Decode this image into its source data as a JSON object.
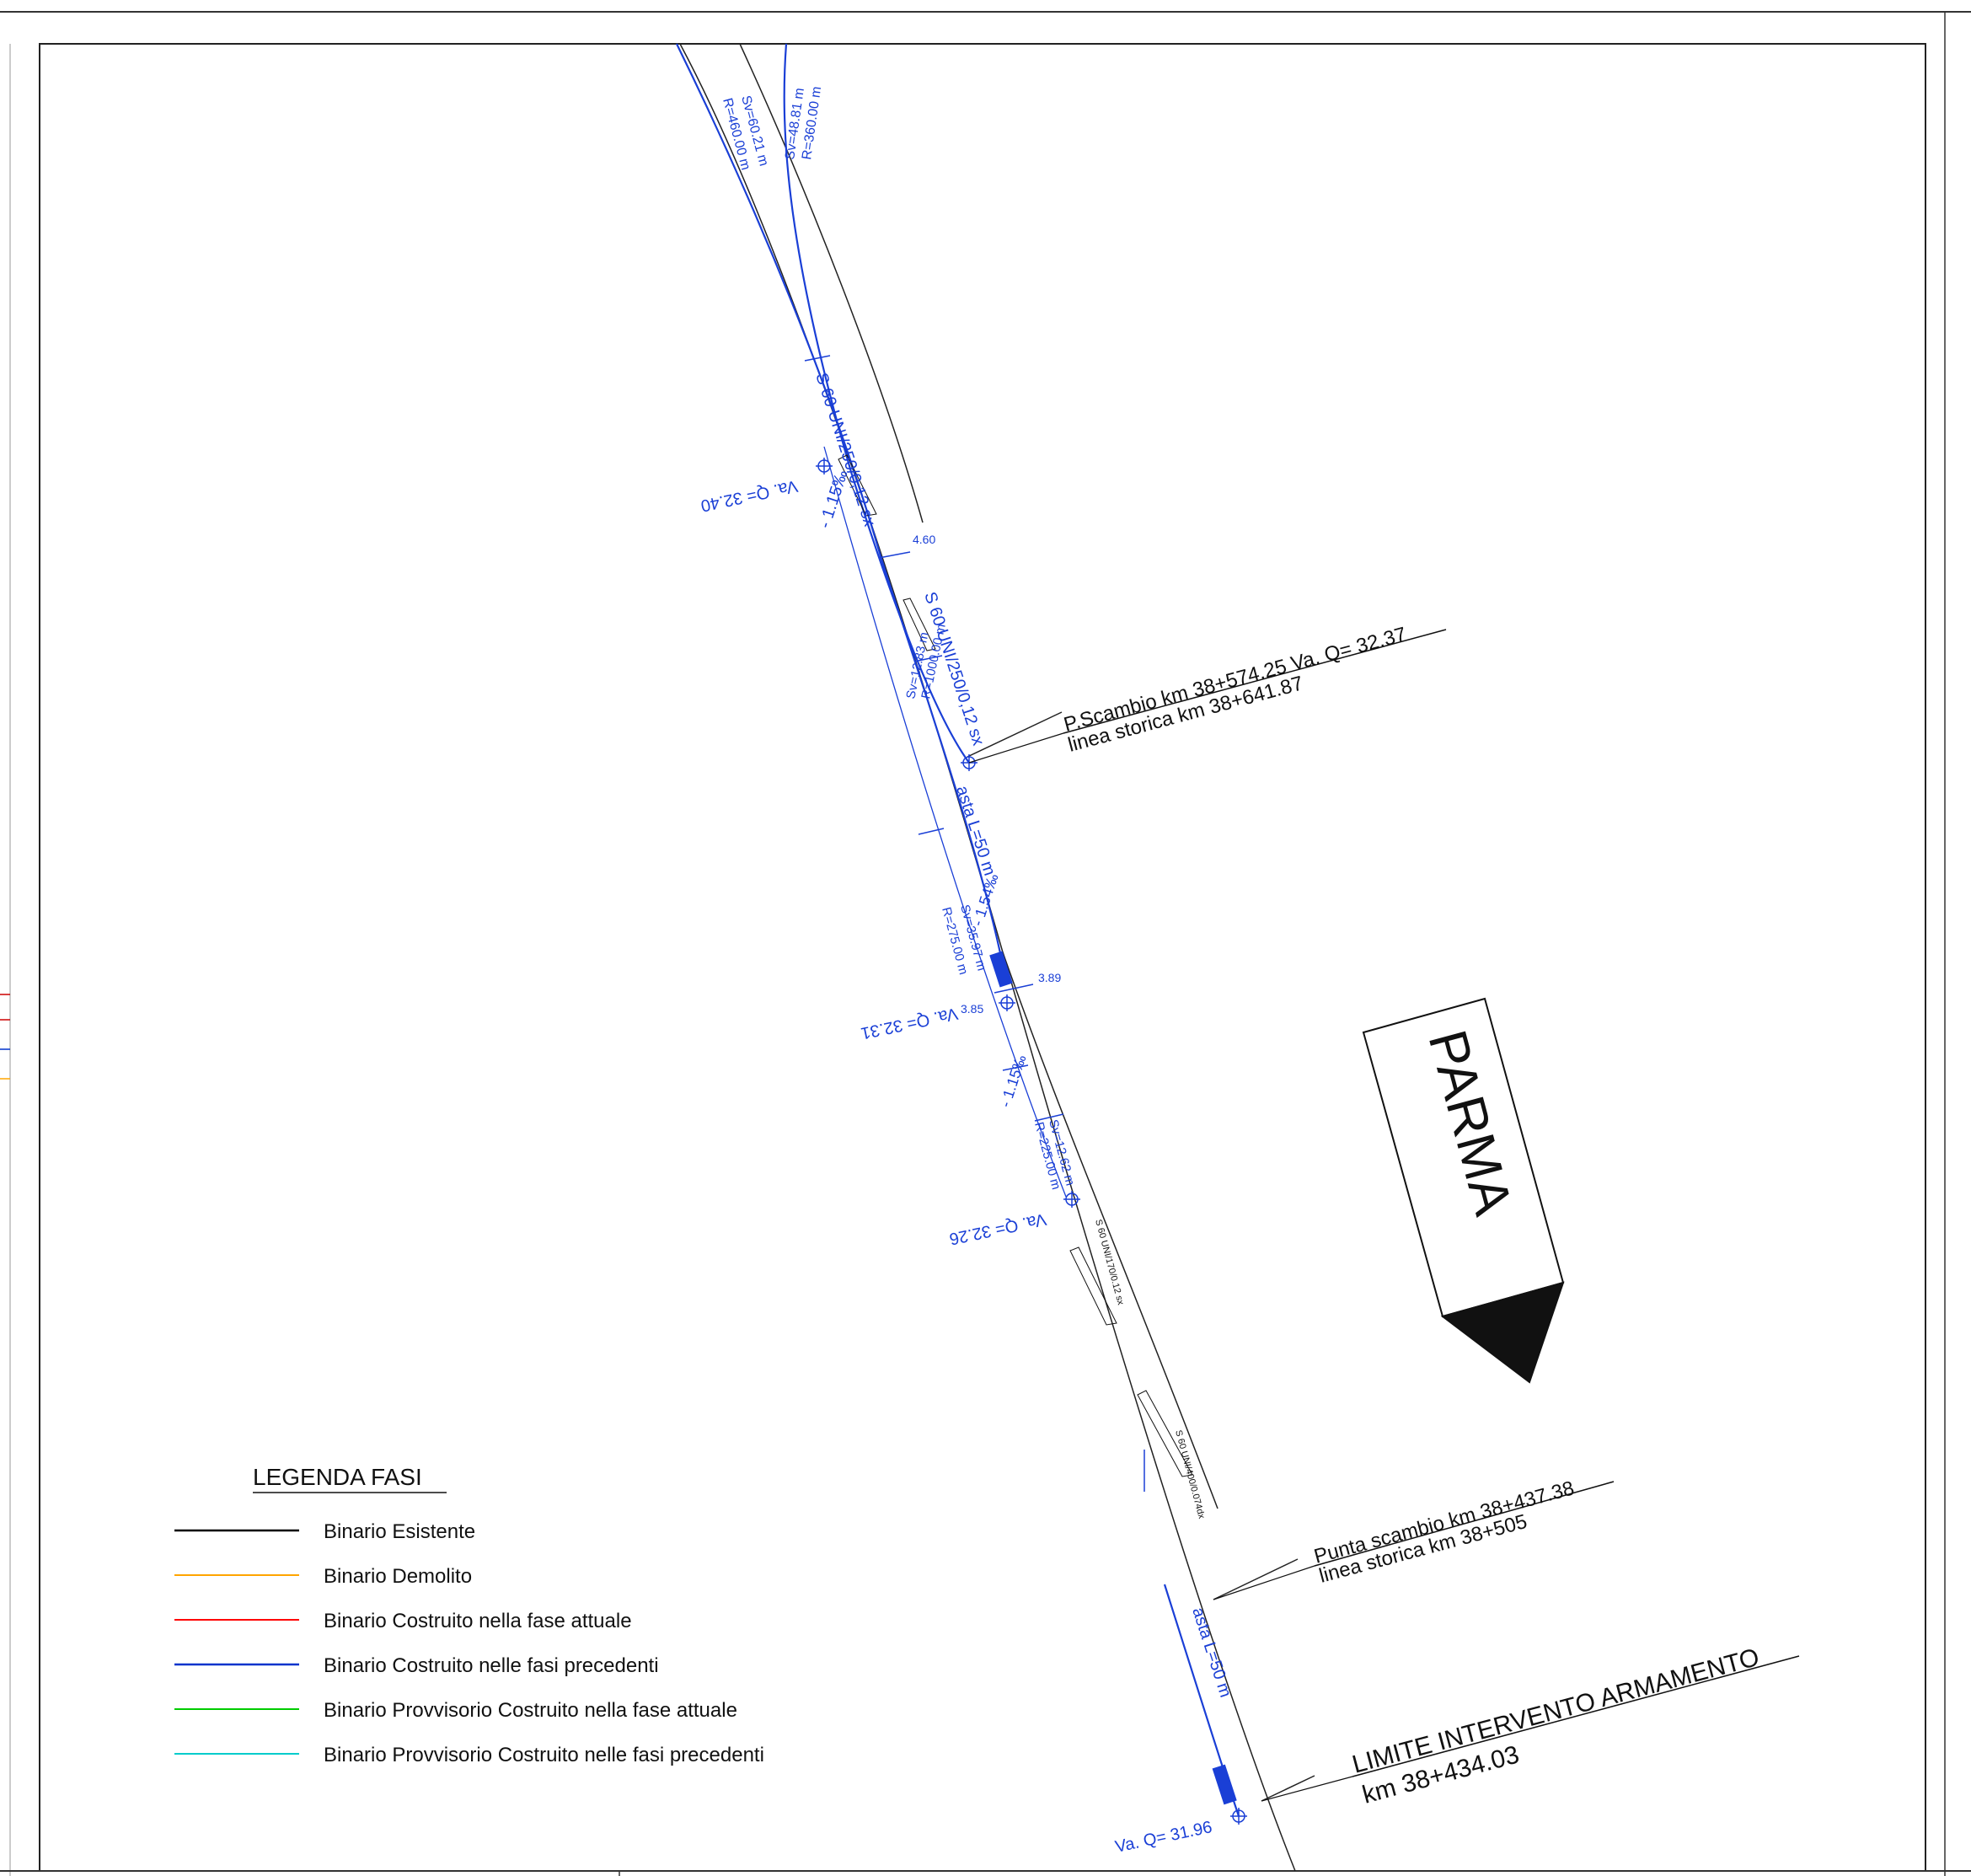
{
  "annotations": {
    "sv1": "Sv=60.21 m",
    "r1": "R=460.00 m",
    "sv2": "Sv=48.81 m",
    "r2": "R=360.00 m",
    "turnout1": "S 60 UNI/250/0,12 sx",
    "turnout2": "S 60 UNI/250/0,12 sx",
    "level1": "Va. Q= 32.40",
    "slope1": "- 1.15‰",
    "dim1": "4.60",
    "sv3": "Sv=12.83 m",
    "r3": "R=1000.00 m",
    "asta1": "asta L=50 m",
    "slope2": "- 1.54‰",
    "sv4": "Sv=35.97 m",
    "r4": "R=275.00 m",
    "level2": "Va. Q= 32.31",
    "dim2": "3.89",
    "dim3": "3.85",
    "slope3": "- 1.15‰",
    "sv5": "Sv=12.62 m",
    "r5": "R=225.00 m",
    "level3": "Va. Q= 32.26",
    "turnout3": "S 60 UNI/170/0.12 sx",
    "turnout4": "S 60 UNI/400/0.074dx",
    "asta2": "asta L=50 m",
    "level4": "Va. Q= 31.96"
  },
  "callouts": {
    "pscambio_line1": "P.Scambio km 38+574.25  Va. Q= 32.37",
    "pscambio_line2": "linea storica km 38+641.87",
    "punta_line1": "Punta scambio km 38+437.38",
    "punta_line2": "linea storica km 38+505",
    "limite_line1": "LIMITE INTERVENTO ARMAMENTO",
    "limite_line2": "km 38+434.03"
  },
  "direction_label": "PARMA",
  "legend": {
    "title": "LEGENDA FASI",
    "items": [
      {
        "label": "Binario Esistente",
        "color": "#000000"
      },
      {
        "label": "Binario Demolito",
        "color": "#ffa500"
      },
      {
        "label": "Binario Costruito nella fase attuale",
        "color": "#ff0000"
      },
      {
        "label": "Binario Costruito nelle fasi precedenti",
        "color": "#0033cc"
      },
      {
        "label": "Binario Provvisorio Costruito nella fase attuale",
        "color": "#00cc00"
      },
      {
        "label": "Binario Provvisorio  Costruito nelle fasi precedenti",
        "color": "#00cccc"
      }
    ]
  }
}
